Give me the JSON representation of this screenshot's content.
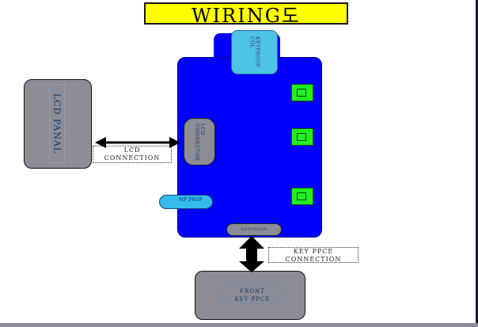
{
  "title": "WIRING도",
  "components": {
    "top_connector_label": "KEYPROOF\nCOL",
    "lcd_connector_label": "LCD\nCONNECTOR",
    "side_connector_label": "MF PROF",
    "key_connector_label": "KEYPROOF",
    "lcd_panel_label": "LCD PANAL",
    "front_panel_label": "FRONT\nKEY PPCE"
  },
  "connections": {
    "lcd": "LCD\nCONNECTION",
    "key": "KEY PPCE\nCONNECTION"
  },
  "colors": {
    "board": "#0000ff",
    "title_bg": "#ffff00",
    "connector_cyan": "#4fc3e8",
    "module_green": "#22ee22",
    "panel_gray": "#8c8c96"
  }
}
